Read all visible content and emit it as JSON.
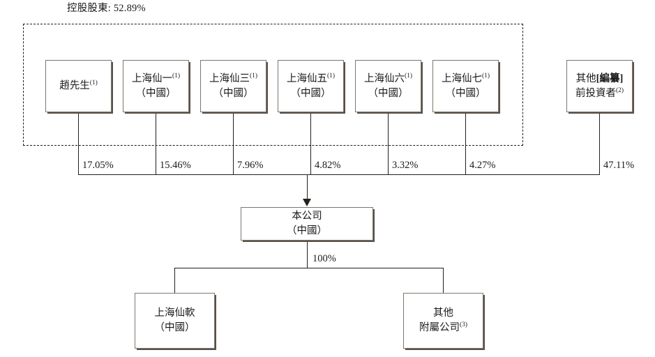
{
  "diagram": {
    "type": "org-ownership-chart",
    "group": {
      "title": "控股股東: 52.89%",
      "dashed_border": true
    },
    "shareholders": [
      {
        "id": "zhao",
        "line1": "趙先生",
        "sup1": "(1)",
        "line2": "",
        "pct": "17.05%",
        "in_group": true
      },
      {
        "id": "shxian-1",
        "line1": "上海仙一",
        "sup1": "(1)",
        "line2": "（中國）",
        "pct": "15.46%",
        "in_group": true
      },
      {
        "id": "shxian-3",
        "line1": "上海仙三",
        "sup1": "(1)",
        "line2": "（中國）",
        "pct": "7.96%",
        "in_group": true
      },
      {
        "id": "shxian-5",
        "line1": "上海仙五",
        "sup1": "(1)",
        "line2": "（中國）",
        "pct": "4.82%",
        "in_group": true
      },
      {
        "id": "shxian-6",
        "line1": "上海仙六",
        "sup1": "(1)",
        "line2": "（中國）",
        "pct": "3.32%",
        "in_group": true
      },
      {
        "id": "shxian-7",
        "line1": "上海仙七",
        "sup1": "(1)",
        "line2": "（中國）",
        "pct": "4.27%",
        "in_group": true
      },
      {
        "id": "other-inv",
        "line1_a": "其他",
        "redacted": "[編纂]",
        "line2": "前投資者",
        "sup2": "(2)",
        "pct": "47.11%",
        "in_group": false
      }
    ],
    "company": {
      "line1": "本公司",
      "line2": "（中國）",
      "downstream_pct": "100%"
    },
    "subsidiaries": [
      {
        "id": "shxian-soft",
        "line1": "上海仙軟",
        "line2": "（中國）",
        "sup2": ""
      },
      {
        "id": "other-subs",
        "line1": "其他",
        "line2": "附屬公司",
        "sup2": "(3)"
      }
    ],
    "colors": {
      "box_border": "#7d766c",
      "box_shadow": "#585049",
      "connector": "#231f1c",
      "dashed_border": "#1d1d1d",
      "text": "#1a1a1a",
      "background": "#ffffff"
    }
  }
}
